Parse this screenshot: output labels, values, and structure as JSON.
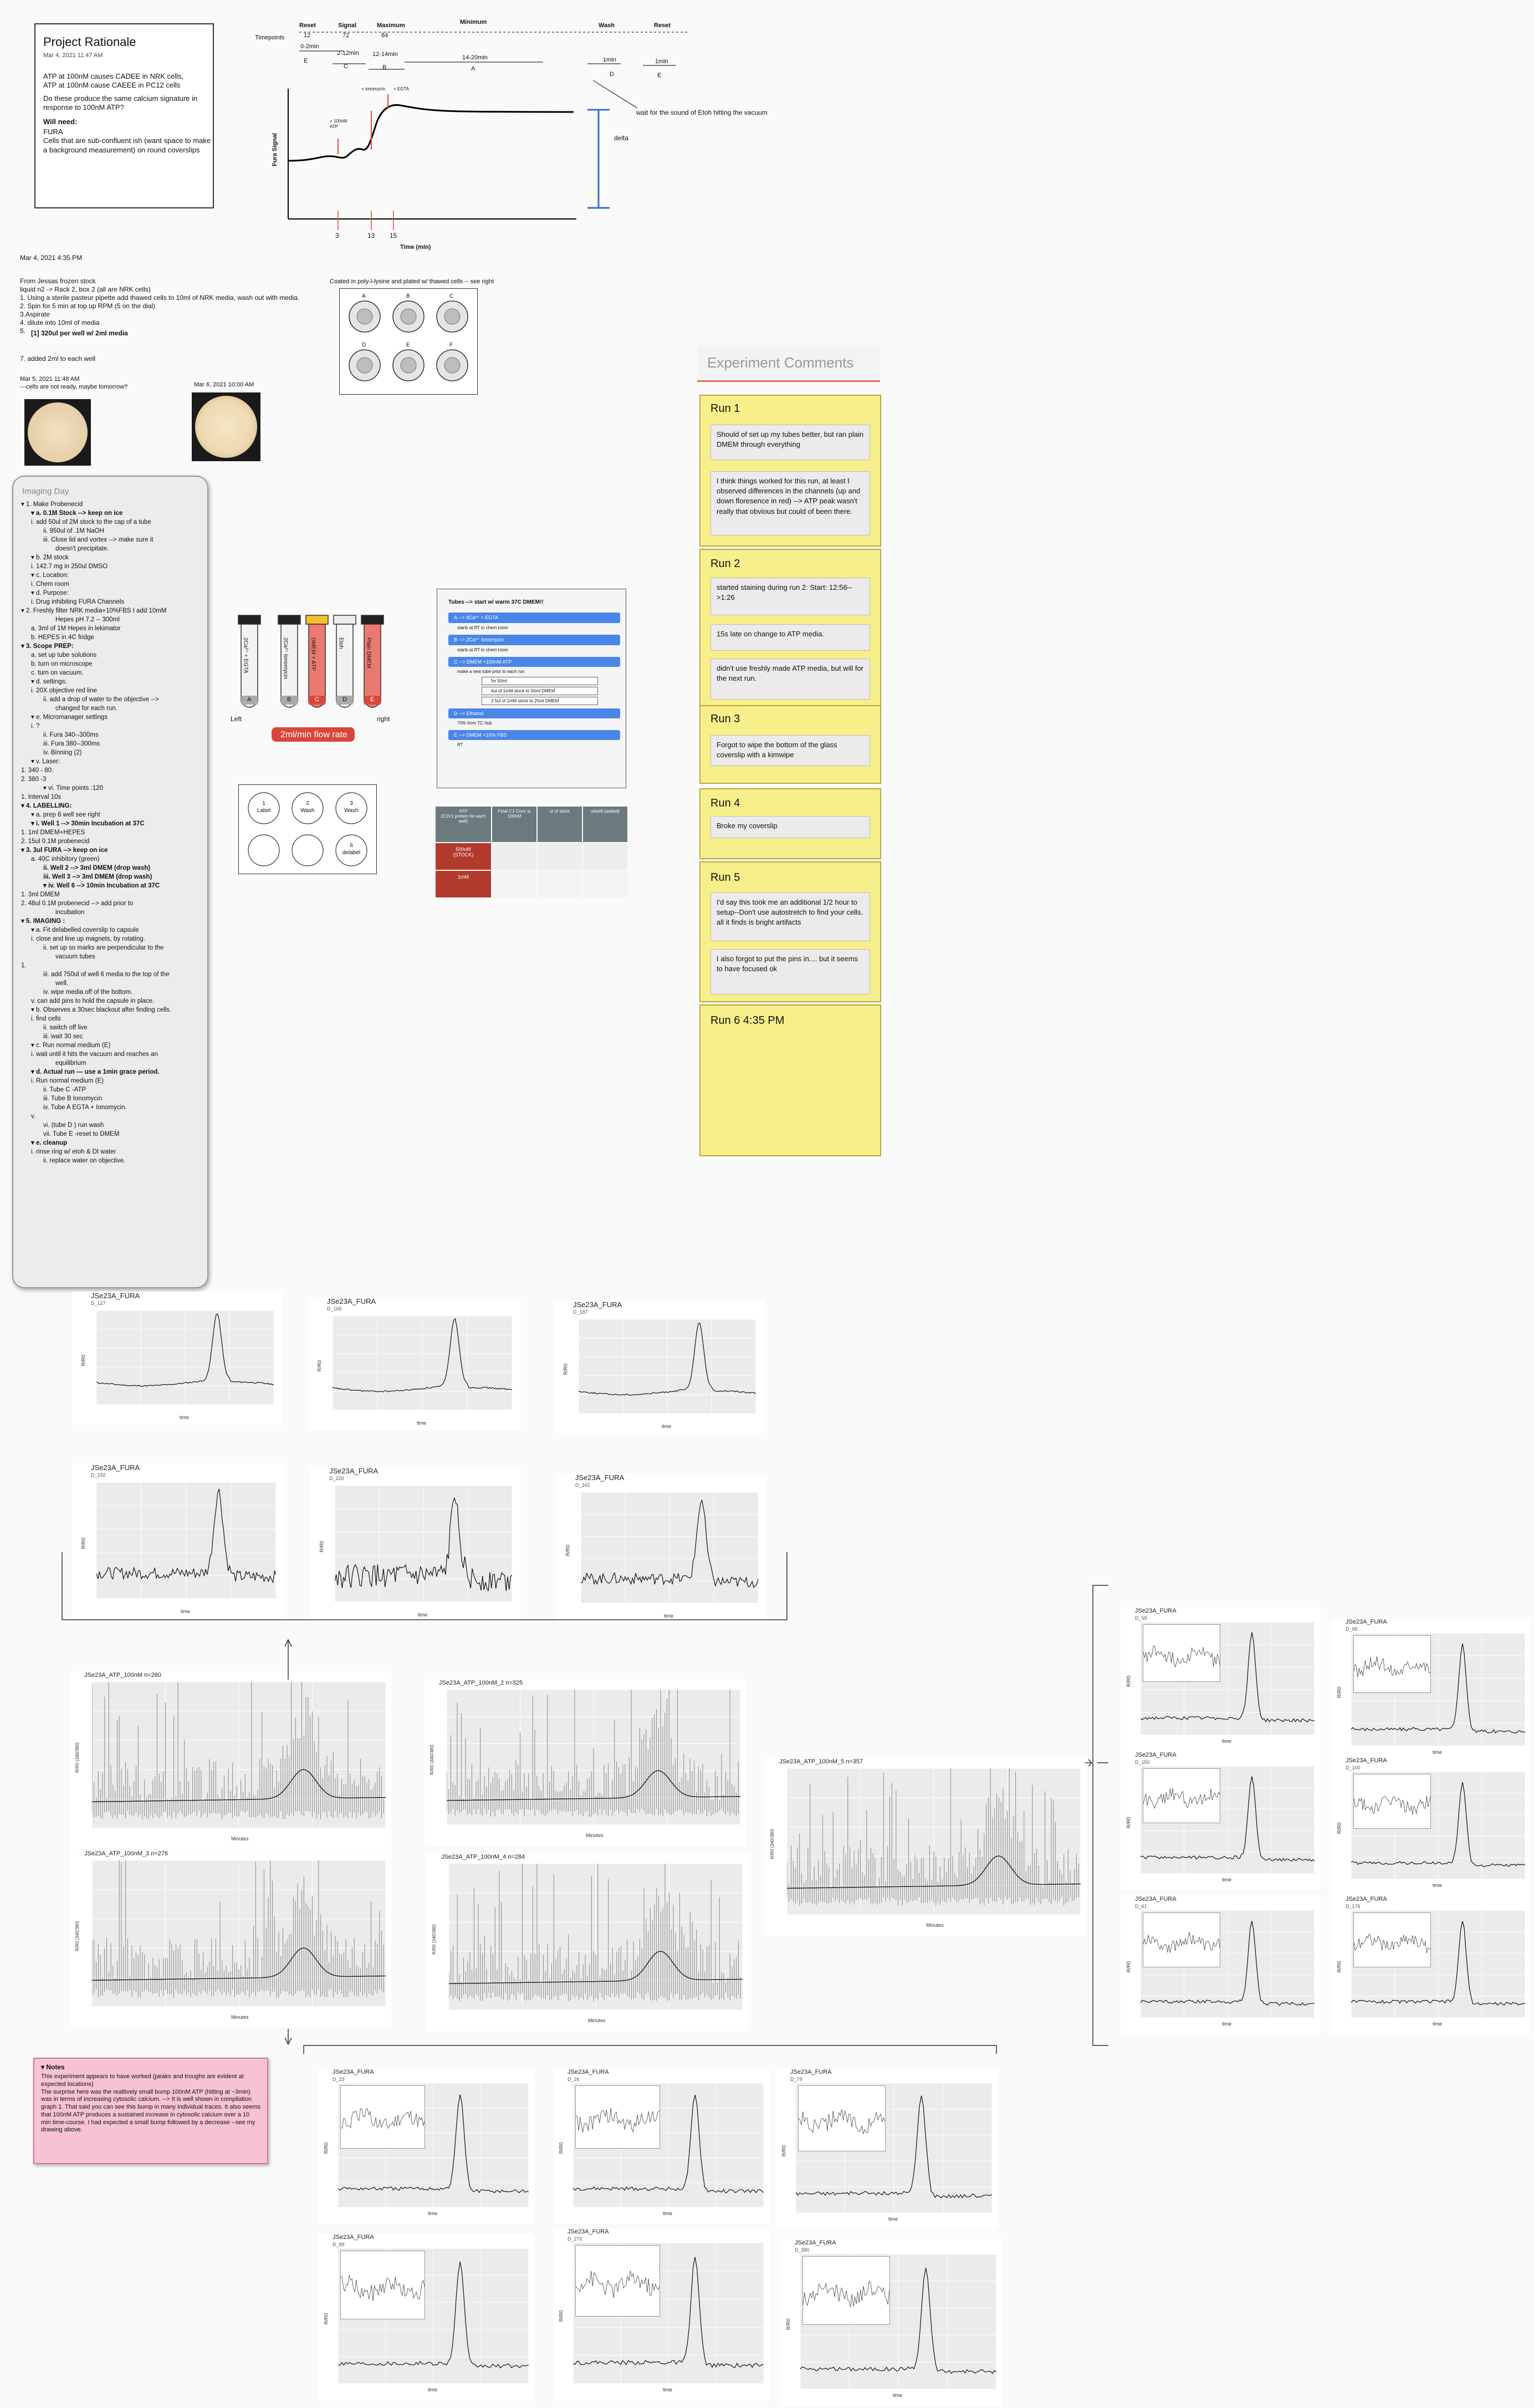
{
  "rationale": {
    "title": "Project Rationale",
    "date": "Mar 4, 2021 11:47 AM",
    "p1": "ATP at 100nM causes CADEE in NRK cells,\nATP at 100nM cause CAEEE in PC12 cells",
    "p2": "Do these produce the same calcium signature in\nresponse to 100nM ATP?",
    "need_title": "Will need:",
    "need_body": "FURA\nCells that are sub-confluent ish (want space to make\na background measurement) on round coverslips"
  },
  "timeline": {
    "headers": [
      "Reset",
      "Signal",
      "Maximum",
      "Minimum",
      "Wash",
      "Reset"
    ],
    "timepoints_label": "Timepoints",
    "timepoints": [
      "12",
      "72",
      "84"
    ],
    "ranges": [
      "0-2min",
      "2-12min",
      "12-14min",
      "14-20min",
      "1min",
      "1min"
    ],
    "letters": [
      "E",
      "C",
      "B",
      "A",
      "D",
      "E"
    ],
    "annot": [
      "+ 100nM\nATP",
      "+ ionomycin",
      "+ EGTA"
    ],
    "ylabel": "Fura Signal",
    "xlabel": "Time (min)",
    "xticks": [
      "3",
      "13",
      "15"
    ],
    "delta": "delta",
    "vacuum": "wait for the sound of Etoh hitting the vacuum"
  },
  "prep": {
    "date": "Mar 4, 2021 4:35 PM",
    "body": "From Jessas frozen stock\nliquid n2 -> Rack 2, box 2 (all are NRK cells)\n1. Using a sterile pasteur pipette add thawed cells to 10ml of NRK media, wash out with media.\n2. Spin for 5 min at top up RPM (5 on the dial)\n3.Aspirate\n4. dilute into 10ml of media\n5.",
    "bold": "[1] 320ul per well w/ 2ml media",
    "step7": "7. added 2ml to each well",
    "coated": "Coated in poly-l-lysine and plated w/ thawed cells -- see right",
    "wells": [
      "A",
      "B",
      "C",
      "D",
      "E",
      "F"
    ],
    "obs1_date": "Mar 5, 2021 11:48 AM",
    "obs1_note": "---cells are not ready, maybe tomorrow?",
    "obs2_date": "Mar 6, 2021 10:00 AM"
  },
  "imaging_day": {
    "title": "Imaging Day",
    "lines": [
      "▾ 1.  Make Probenecid",
      "▾ a.  0.1M Stock --> keep on ice",
      "i.   add 50ul of 2M stock to the cap of a tube",
      "ii.  950ul of .1M NaOH",
      "iii. Close lid and vortex --> make sure it",
      "      doesn't precipitate.",
      "▾ b.  2M stock",
      "i.   142.7 mg in 250ul DMSO",
      "▾ c.  Location:",
      "i.   Chem room",
      "▾ d.  Purpose:",
      "i.   Drug inhibiting FURA Channels",
      "▾ 2.  Freshly filter NRK media+10%FBS I add 10mM",
      "       Hepes pH 7.2 -- 300ml",
      "a.  3ml of 1M Hepes in lekimator",
      "b.  HEPES in 4C fridge",
      "▾ 3.  Scope PREP:",
      "a.  set up tube solutions",
      "b.  turn on microscope",
      "c.  turn on vacuum.",
      "▾ d.  settings:",
      "i.   20X objective red line",
      "ii.  add a drop of water to the objective -->",
      "      changed for each run.",
      "▾ e.  Micromanager settings",
      "i.   ?",
      "ii.  Fura 340--300ms",
      "iii. Fura 380--300ms",
      "iv.  Binning (2)",
      "▾ v.  Laser:",
      "1.  340 - 80.",
      "2.  380 -3",
      "▾ vi. Time points :120",
      "1.  Interval 10s",
      "▾ 4.  LABELLING:",
      "▾ a.  prep 6 well see right",
      "▾ i.   Well 1 --> 30min Incubation at 37C",
      "1.  1ml DMEM+HEPES",
      "2.  15ul 0.1M probenecid",
      "▾ 3.  3ul FURA --> keep on ice",
      "a.  40C inhibitory  (green)",
      "ii.  Well 2 --> 3ml DMEM (drop wash)",
      "iii. Well 3 --> 3ml DMEM (drop wash)",
      "▾ iv. Well 6 --> 10min Incubation at 37C",
      "1.  3ml DMEM",
      "2.  48ul 0.1M probenecid --> add prior to",
      "      incubation",
      "▾ 5.  IMAGING :",
      "▾ a.  Fit delabelled coverslip to capsule",
      "i.   close and line up magnets, by rotating.",
      "ii.  set up so marks are perpendicular to the",
      "      vacuum tubes",
      "1.",
      "iii. add 750ul of well 6 media to the top of the",
      "      well.",
      "iv.  wipe media off of the bottom.",
      "v.   can add pins to hold the capsule in place.",
      "▾ b.  Observes a 30sec blackout after finding cells.",
      "i.   find cells",
      "ii.  switch off live",
      "iii. wait 30 sec",
      "▾ c.  Run normal medium (E)",
      "i.   wait until it hits the vacuum and reaches an",
      "      equilibrium",
      "▾ d.  Actual run — use a 1min grace period.",
      "i.   Run normal medium (E)",
      "ii.  Tube C -ATP",
      "iii. Tube B Ionomycin",
      "iv.  Tube A EGTA + Ionomycin.",
      "v.",
      "vi.  (tube D ) run wash",
      "vii. Tube E  -reset to DMEM",
      "▾ e.  cleanup",
      "i.   rinse ring w/ etoh & DI water",
      "ii.  replace water on objective."
    ]
  },
  "tubes": {
    "labels": [
      "2Ca²⁺ + EGTA",
      "2Ca²⁺ Ionomycin",
      "DMEM + ATP",
      "Etoh",
      "Plain DMEM"
    ],
    "letters": [
      "A",
      "B",
      "C",
      "D",
      "E"
    ],
    "left": "Left",
    "right": "right",
    "flow": "2ml/min flow rate",
    "wells": [
      "1\nLabel",
      "2\nWash",
      "3\nWash",
      "",
      "",
      "6\ndelabel"
    ]
  },
  "checklist": {
    "title": "Tubes --> start w/ warm 37C DMEM!!",
    "items": [
      "A  -->  4Ca²⁺ + EGTA",
      "B  -->  2Ca²⁺ Ionomycin",
      "C  -->  DMEM +100nM ATP",
      "D  -->  Ethanol",
      "E  -->  DMEM +10% FBS"
    ],
    "subs": [
      "starts at RT in chem room",
      "starts at RT in chem room",
      "make a new tube prior to each run",
      "for 50ml",
      "4ul of 1mM stock to 50ml DMEM",
      "2.5ul of 1mM stock to 25ml DMEM",
      "70% from TC hub",
      "RT"
    ],
    "table_head": [
      "ATP\n(C1V1 protein for each well)",
      "Final C1 Conc is 100nM",
      "ul of stock",
      "ul/well (added)"
    ],
    "table_rows": [
      [
        "500uM\n(STOCK)",
        "",
        "",
        ""
      ],
      [
        "1mM",
        "",
        "",
        ""
      ]
    ]
  },
  "comments": {
    "title": "Experiment Comments",
    "runs": [
      {
        "h": "Run 1",
        "c": [
          "Should of set up my tubes better, but ran plain DMEM through everything",
          "I think things worked for this run, at least I observed differences in the channels (up and down floresence in red) --> ATP peak wasn't really that obvious but could of been there."
        ]
      },
      {
        "h": "Run 2",
        "c": [
          "started staining during run 2: Start: 12:56-->1:26",
          "15s late on change to ATP media.",
          "didn't use freshly made ATP media, but will for the next run."
        ]
      },
      {
        "h": "Run 3",
        "c": [
          "Forgot to wipe the bottom of the glass coverslip with a kimwipe"
        ]
      },
      {
        "h": "Run 4",
        "c": [
          "Broke my coverslip"
        ]
      },
      {
        "h": "Run 5",
        "c": [
          "I'd say this took me an additional 1/2 hour to setup--Don't use autostretch to find your cells. all it finds is bright artifacts",
          "I also forgot to put the pins in.... but it seems to have focused ok"
        ]
      },
      {
        "h": "Run 6 4:35 PM",
        "c": []
      }
    ]
  },
  "single_panels": {
    "title": "JSe23A_FURA",
    "ylab": "R/R0",
    "xlab": "time",
    "ids": [
      "D_127",
      "D_165",
      "D_187",
      "D_192",
      "D_220",
      "D_242"
    ]
  },
  "ensemble_panels": {
    "titles": [
      "JSe23A_ATP_100nM n=260",
      "JSe23A_ATP_100nM_2 n=325",
      "JSe23A_ATP_100nM_5 n=357",
      "JSe23A_ATP_100nM_3 n=276",
      "JSe23A_ATP_100nM_4 n=284"
    ],
    "ylab": "R/R0 (340/380)",
    "xlab": "Minutes"
  },
  "inset_panels": {
    "title": "JSe23A_FURA",
    "ylab": "R/R0",
    "xlab": "time",
    "right_ids": [
      "D_59",
      "D_95",
      "D_150",
      "D_100",
      "D_61",
      "D_176"
    ],
    "bottom_ids": [
      "D_23",
      "D_26",
      "D_79",
      "D_89",
      "D_270",
      "D_380"
    ]
  },
  "notes": {
    "title": "▾ Notes",
    "body": "This experiment appears to have worked (peaks and troughs are evident at expected locations)\nThe surprise here was the realtively small bump 100nM ATP (hitting at ~3min) was in terms of increasing cytosolic calcium. --> It is well shown in compilation graph 1. That said you can see this bump in many individual traces. It also seems that 100nM ATP produces a sustained increase in cytosolic calcium over a 10 min time-course. I had expected a small bump followed by a decrease --see my drawing above."
  },
  "colors": {
    "sticky": "#f7f08a",
    "tube_red": "#d9473c",
    "tube_blue": "#4a86e8",
    "notes": "#f7c3d3"
  }
}
